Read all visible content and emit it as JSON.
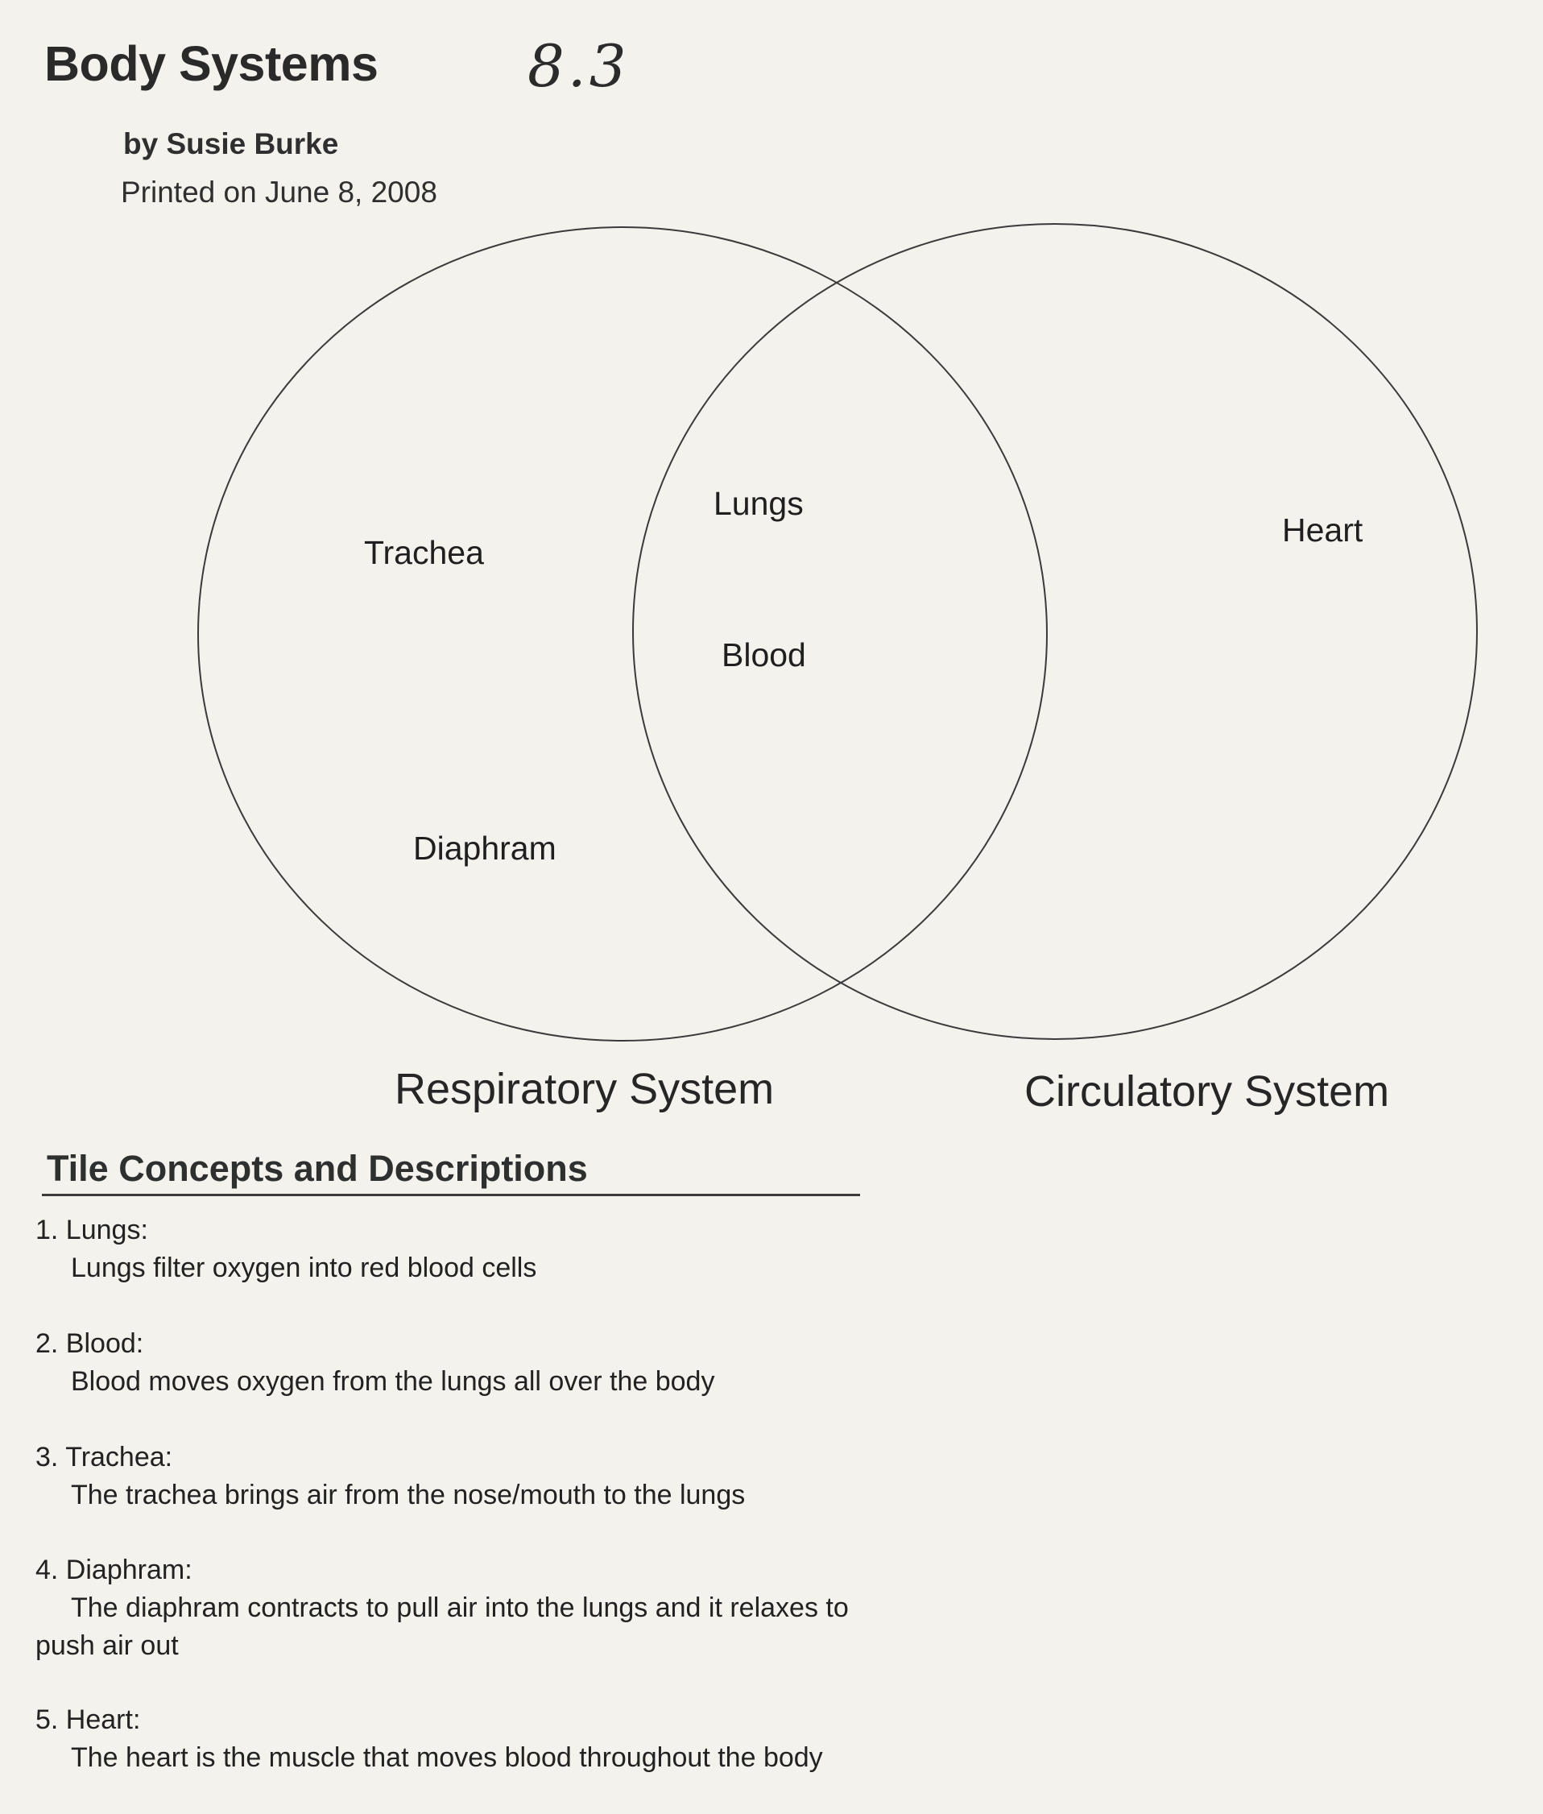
{
  "header": {
    "title": "Body Systems",
    "handwritten_mark": "8.3",
    "author": "by  Susie Burke",
    "printed_on": "Printed on June 8, 2008"
  },
  "venn": {
    "left_set": {
      "caption": "Respiratory System",
      "items": [
        "Trachea",
        "Diaphram"
      ]
    },
    "right_set": {
      "caption": "Circulatory System",
      "items": [
        "Heart"
      ]
    },
    "overlap": {
      "items": [
        "Lungs",
        "Blood"
      ]
    }
  },
  "concepts": {
    "title": "Tile Concepts and Descriptions",
    "items": [
      {
        "head": "1. Lungs:",
        "desc": "Lungs filter oxygen into red blood cells"
      },
      {
        "head": "2. Blood:",
        "desc": "Blood moves oxygen from the lungs all over the body"
      },
      {
        "head": "3. Trachea:",
        "desc": "The trachea brings air from the nose/mouth to the lungs"
      },
      {
        "head": "4. Diaphram:",
        "desc": "The diaphram contracts to pull air into the lungs and it relaxes to push air out"
      },
      {
        "head": "5. Heart:",
        "desc": "The heart is the muscle that moves blood throughout the body"
      }
    ]
  },
  "colors": {
    "paper": "#f3f2ec",
    "ink": "#1c1c1c"
  }
}
